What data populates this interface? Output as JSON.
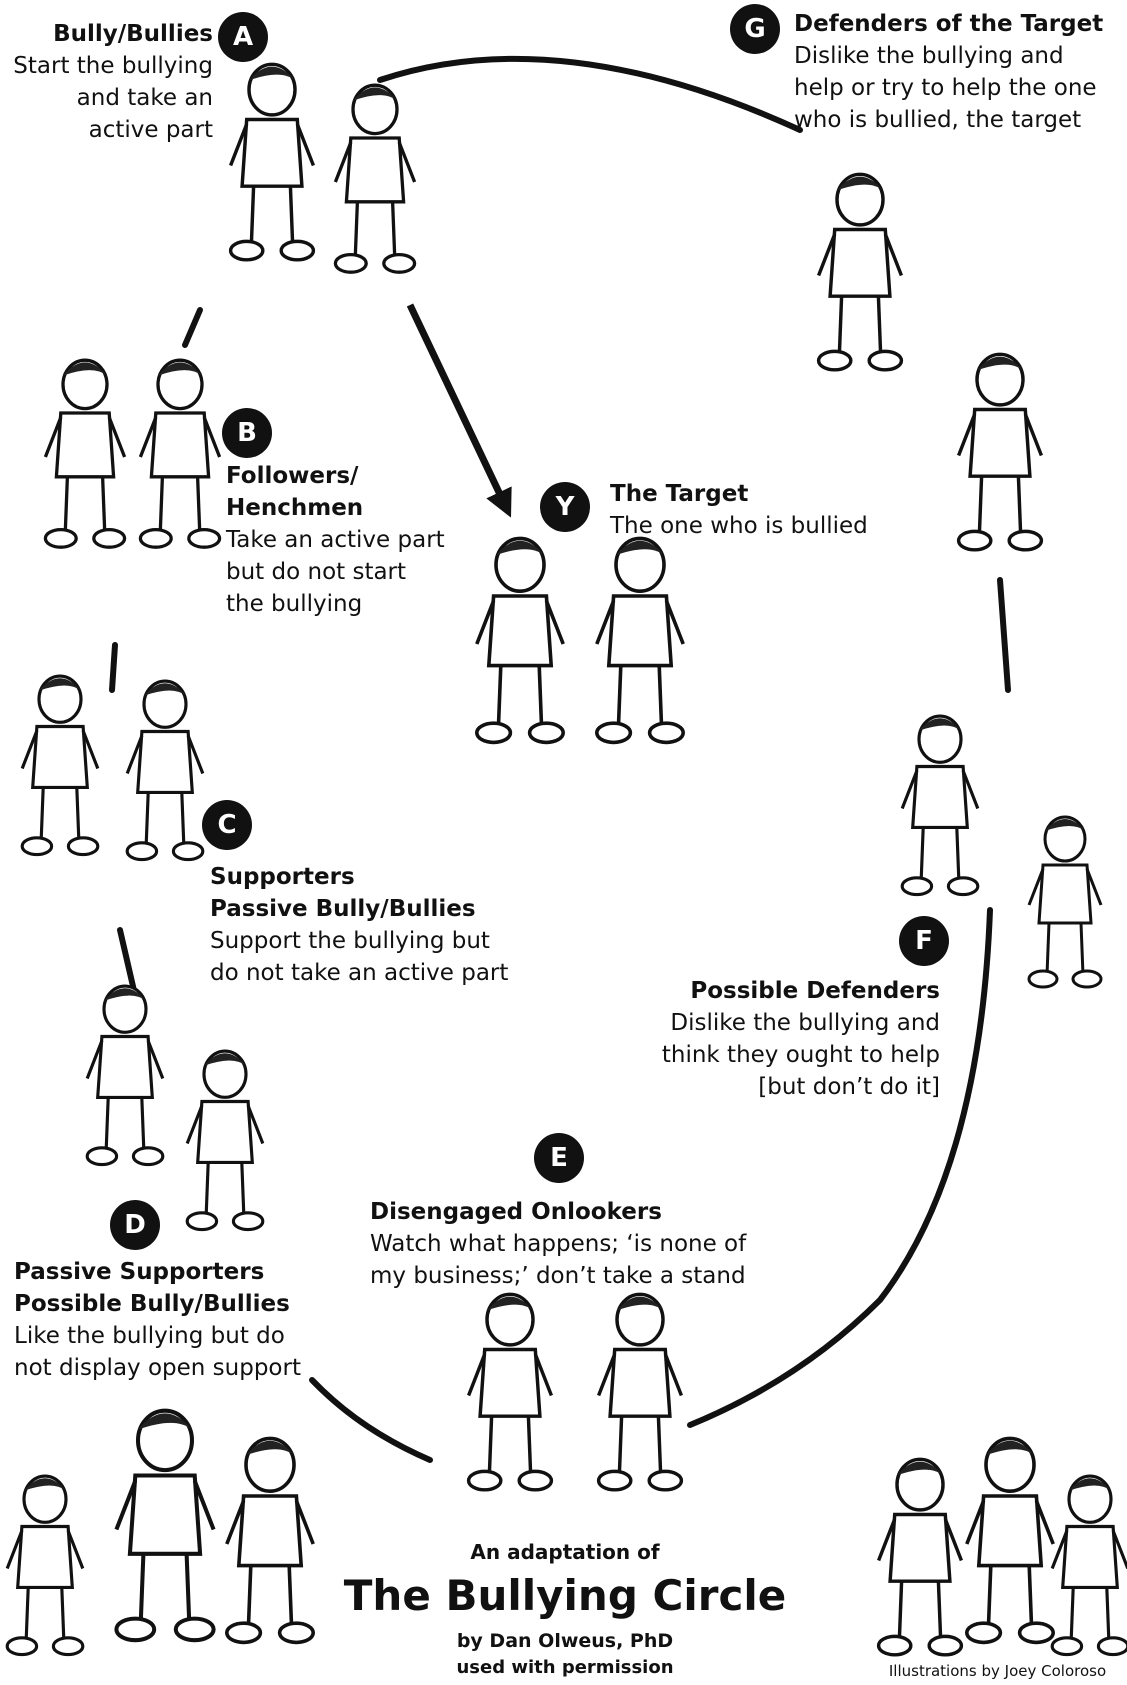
{
  "roles": {
    "a": {
      "letter": "A",
      "title": "Bully/Bullies",
      "lines": [
        "Start the bullying",
        "and take an",
        "active part"
      ]
    },
    "b": {
      "letter": "B",
      "title1": "Followers/",
      "title2": "Henchmen",
      "lines": [
        "Take an active part",
        "but do not start",
        "the bullying"
      ]
    },
    "c": {
      "letter": "C",
      "title1": "Supporters",
      "title2": "Passive Bully/Bullies",
      "lines": [
        "Support the bullying but",
        "do not take an active part"
      ]
    },
    "d": {
      "letter": "D",
      "title1": "Passive Supporters",
      "title2": "Possible Bully/Bullies",
      "lines": [
        "Like the bullying but do",
        "not display open support"
      ]
    },
    "e": {
      "letter": "E",
      "title": "Disengaged Onlookers",
      "lines": [
        "Watch what happens; ‘is none of",
        "my business;’ don’t take a stand"
      ]
    },
    "f": {
      "letter": "F",
      "title": "Possible Defenders",
      "lines": [
        "Dislike the bullying and",
        "think they ought to help",
        "[but don’t do it]"
      ]
    },
    "g": {
      "letter": "G",
      "title": "Defenders of the Target",
      "lines": [
        "Dislike the bullying and",
        "help or try to help the one",
        "who is bullied, the target"
      ]
    },
    "y": {
      "letter": "Y",
      "title": "The Target",
      "lines": [
        "The one who is bullied"
      ]
    }
  },
  "footer": {
    "pre": "An adaptation of",
    "title": "The Bullying Circle",
    "byline": "by Dan Olweus, PhD",
    "permission": "used with permission",
    "credit": "Illustrations by Joey Coloroso"
  }
}
